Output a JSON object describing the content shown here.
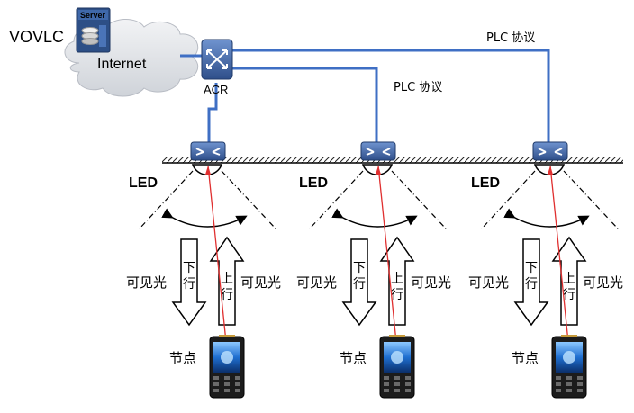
{
  "labels": {
    "vovlc": "VOVLC",
    "server": "Server",
    "internet": "Internet",
    "acr": "ACR",
    "plc_upper": "PLC 协议",
    "plc_lower": "PLC 协议",
    "led": "LED",
    "downlink_line1": "下",
    "downlink_line2": "行",
    "uplink_line1": "上",
    "uplink_line2": "行",
    "visible_light": "可见光",
    "node": "节点"
  },
  "units": [
    {
      "led": "LED",
      "down1": "下",
      "down2": "行",
      "up1": "上",
      "up2": "行",
      "vl_left": "可见光",
      "vl_right": "可见光",
      "node": "节点"
    },
    {
      "led": "LED",
      "down1": "下",
      "down2": "行",
      "up1": "上",
      "up2": "行",
      "vl_left": "可见光",
      "vl_right": "可见光",
      "node": "节点"
    },
    {
      "led": "LED",
      "down1": "下",
      "down2": "行",
      "up1": "上",
      "up2": "行",
      "vl_left": "可见光",
      "vl_right": "可见光",
      "node": "节点"
    }
  ],
  "colors": {
    "network_line": "#3f6fc4",
    "router_fill": "#3a5f9f",
    "cloud_fill": "#e6e8ec",
    "signal_line": "#e03030",
    "phone_body": "#1c1c1c",
    "phone_screen": "#2f7fd8"
  },
  "icons": [
    "server-icon",
    "router-icon",
    "led-router-icon",
    "phone-icon",
    "cloud-icon"
  ]
}
